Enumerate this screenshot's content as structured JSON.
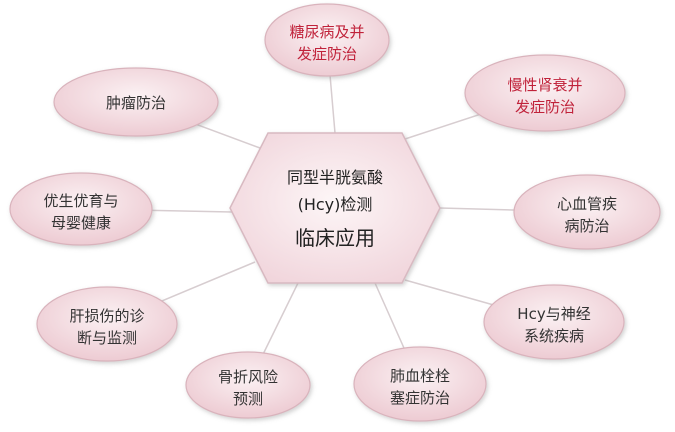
{
  "center": {
    "line1": "同型半胱氨酸",
    "line2": "(Hcy)检测",
    "line3": "临床应用"
  },
  "colors": {
    "bubble_fill_light": "#fbf1f3",
    "bubble_fill_dark": "#ecc8d0",
    "bubble_stroke": "#d9b3bc",
    "accent_text": "#c0223a",
    "normal_text": "#333333",
    "hex_fill_light": "#fdf6f7",
    "hex_fill_dark": "#f0d3da",
    "connector": "#d7cdd0"
  },
  "nodes": [
    {
      "line1": "糖尿病及并",
      "line2": "发症防治",
      "accent": true
    },
    {
      "line1": "慢性肾衰并",
      "line2": "发症防治",
      "accent": true
    },
    {
      "line1": "心血管疾",
      "line2": "病防治",
      "accent": false
    },
    {
      "line1": "Hcy与神经",
      "line2": "系统疾病",
      "accent": false
    },
    {
      "line1": "肺血栓栓",
      "line2": "塞症防治",
      "accent": false
    },
    {
      "line1": "骨折风险",
      "line2": "预测",
      "accent": false
    },
    {
      "line1": "肝损伤的诊",
      "line2": "断与监测",
      "accent": false
    },
    {
      "line1": "优生优育与",
      "line2": "母婴健康",
      "accent": false
    },
    {
      "line1": "肿瘤防治",
      "line2": "",
      "accent": false
    }
  ]
}
